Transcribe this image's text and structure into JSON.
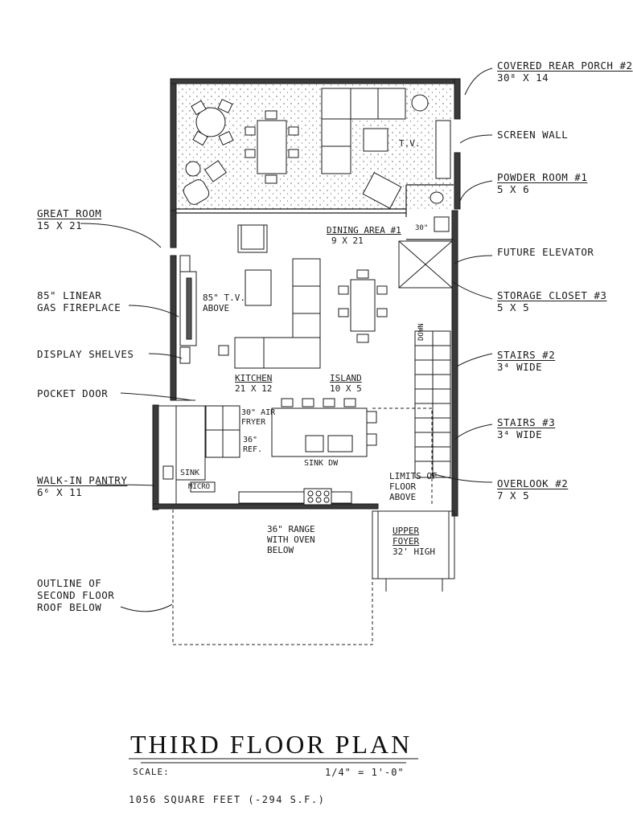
{
  "labels": {
    "covered_rear_porch": {
      "name": "COVERED REAR PORCH #2",
      "size": "30⁸ x 14"
    },
    "screen_wall": {
      "name": "SCREEN WALL"
    },
    "powder_room": {
      "name": "POWDER ROOM #1",
      "size": "5 x 6"
    },
    "future_elevator": {
      "name": "FUTURE ELEVATOR"
    },
    "storage_closet": {
      "name": "STORAGE CLOSET #3",
      "size": "5 x 5"
    },
    "stairs_2": {
      "name": "STAIRS #2",
      "size": "3⁴ WIDE"
    },
    "stairs_3": {
      "name": "STAIRS #3",
      "size": "3⁴ WIDE"
    },
    "overlook": {
      "name": "OVERLOOK #2",
      "size": "7 x 5"
    },
    "great_room": {
      "name": "GREAT ROOM",
      "size": "15 x 21"
    },
    "fireplace": {
      "line1": "85\" LINEAR",
      "line2": "GAS FIREPLACE"
    },
    "display_shelves": {
      "name": "DISPLAY SHELVES"
    },
    "pocket_door": {
      "name": "POCKET DOOR"
    },
    "walk_in_pantry": {
      "name": "WALK-IN PANTRY",
      "size": "6⁶ x 11"
    },
    "outline_roof": {
      "line1": "OUTLINE OF",
      "line2": "SECOND FLOOR",
      "line3": "ROOF BELOW"
    }
  },
  "rooms": {
    "tv_porch": "T.V.",
    "dining_area": {
      "name": "DINING AREA #1",
      "size": "9 x 21"
    },
    "tv_above": {
      "line1": "85\" T.V.",
      "line2": "ABOVE"
    },
    "kitchen": {
      "name": "KITCHEN",
      "size": "21 x 12"
    },
    "island": {
      "name": "ISLAND",
      "size": "10 x 5"
    },
    "air_fryer": {
      "line1": "30\" AIR",
      "line2": "FRYER"
    },
    "ref": {
      "line1": "36\"",
      "line2": "REF."
    },
    "sink_dw": "SINK  DW",
    "sink": "SINK",
    "micro": "MICRO",
    "range": {
      "line1": "36\" RANGE",
      "line2": "WITH OVEN",
      "line3": "BELOW"
    },
    "limits": {
      "line1": "LIMITS OF",
      "line2": "FLOOR",
      "line3": "ABOVE"
    },
    "upper_foyer": {
      "line1": "UPPER",
      "line2": "FOYER",
      "line3": "32' HIGH"
    },
    "stair_down": "DOWN",
    "dim_30": "30\""
  },
  "title": {
    "name": "THIRD FLOOR PLAN",
    "scale_label": "SCALE:",
    "scale_value": "1/4\" = 1'-0\"",
    "area": "1056 SQUARE FEET (-294 S.F.)"
  }
}
